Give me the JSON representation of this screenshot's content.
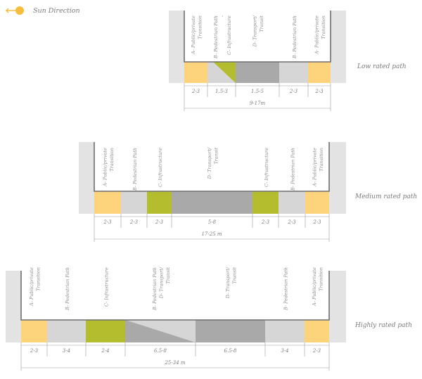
{
  "legend": {
    "label": "Sun Direction"
  },
  "colors": {
    "transition": "#fdd47c",
    "pedestrian": "#d6d6d6",
    "infrastructure": "#b3bd2e",
    "transport": "#a9a9a9",
    "building": "#e3e3e3",
    "outline": "#6e6e6e",
    "sun": "#f7be3d"
  },
  "sections": [
    {
      "rating": "Low rated path",
      "total": "9-17m",
      "zones": [
        {
          "type": "transition",
          "labels": [
            "A- Public/private",
            "Transition"
          ],
          "width": "2-3"
        },
        {
          "type": "diag-infra",
          "labels": [
            "B- Pedestrian Path",
            "-",
            "C- Infrastructure"
          ],
          "width": "1.5-3"
        },
        {
          "type": "transport",
          "labels": [
            "D- Transport/",
            "Transit"
          ],
          "width": "1.5-5"
        },
        {
          "type": "pedestrian",
          "labels": [
            "B- Pedestrian Path"
          ],
          "width": "2-3"
        },
        {
          "type": "transition",
          "labels": [
            "A- Public/private",
            "Transition"
          ],
          "width": "2-3"
        }
      ]
    },
    {
      "rating": "Medium rated path",
      "total": "17-25 m",
      "zones": [
        {
          "type": "transition",
          "labels": [
            "A- Public/private",
            "Transition"
          ],
          "width": "2-3"
        },
        {
          "type": "pedestrian",
          "labels": [
            "B- Pedestrian Path"
          ],
          "width": "2-3"
        },
        {
          "type": "infrastructure",
          "labels": [
            "C- Infrastructure"
          ],
          "width": "2-3"
        },
        {
          "type": "transport",
          "labels": [
            "D- Transport/",
            "Transit"
          ],
          "width": "5-8"
        },
        {
          "type": "infrastructure",
          "labels": [
            "C- Infrastructure"
          ],
          "width": "2-3"
        },
        {
          "type": "pedestrian",
          "labels": [
            "B- Pedestrian Path"
          ],
          "width": "2-3"
        },
        {
          "type": "transition",
          "labels": [
            "A- Public/private",
            "Transition"
          ],
          "width": "2-3"
        }
      ]
    },
    {
      "rating": "Highly rated path",
      "total": "25-34 m",
      "zones": [
        {
          "type": "transition",
          "labels": [
            "A- Public/private",
            "Transition"
          ],
          "width": "2-3"
        },
        {
          "type": "pedestrian",
          "labels": [
            "B- Pedestrian Path"
          ],
          "width": "3-4"
        },
        {
          "type": "infrastructure",
          "labels": [
            "C- Infrastructure"
          ],
          "width": "2-4"
        },
        {
          "type": "diag-transport",
          "labels": [
            "B- Pedestrian Path",
            "D- Transport/",
            "Transit"
          ],
          "width": "6.5-8"
        },
        {
          "type": "transport",
          "labels": [
            "D- Transport/",
            "Transit"
          ],
          "width": "6.5-8"
        },
        {
          "type": "pedestrian",
          "labels": [
            "B- Pedestrian Path"
          ],
          "width": "3-4"
        },
        {
          "type": "transition",
          "labels": [
            "A- Public/private",
            "Transition"
          ],
          "width": "2-3"
        }
      ]
    }
  ]
}
